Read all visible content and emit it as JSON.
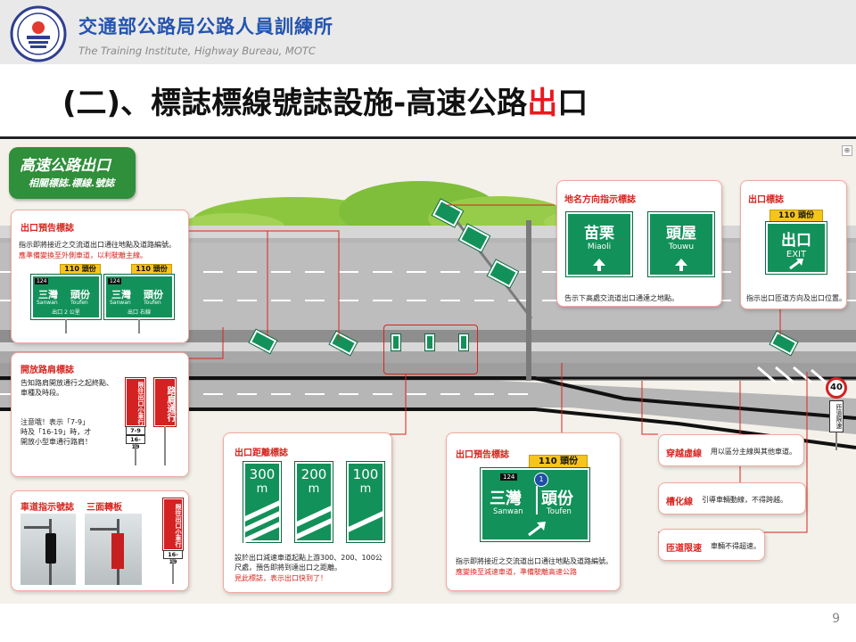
{
  "header": {
    "org_cn": "交通部公路局公路人員訓練所",
    "org_en": "The Training Institute, Highway Bureau,  MOTC"
  },
  "title": {
    "prefix": "(二)、標誌標線號誌設施-高速公路",
    "highlight": "出",
    "suffix": "口"
  },
  "banner": {
    "line1": "高速公路出口",
    "line2": "相關標誌.標線.號誌"
  },
  "cards": {
    "exit_advance_top": {
      "title": "出口預告標誌",
      "desc": "指示即將接近之交流道出口通往地點及道路編號。",
      "desc_red": "應準備變換至外側車道，以利駛離主線。",
      "sign1": {
        "route": "110 頭份",
        "num": "124",
        "cn1": "三灣",
        "cn2": "頭份",
        "en1": "Sanwan",
        "en2": "Toufen",
        "exit": "出口 2 公里"
      },
      "sign2": {
        "route": "110 頭份",
        "num": "124",
        "cn1": "三灣",
        "cn2": "頭份",
        "en1": "Sanwan",
        "en2": "Toufen",
        "exit": "出口 右線"
      }
    },
    "shoulder": {
      "title": "開放路肩標誌",
      "desc": "告知路肩開放通行之起終點、車種及時段。",
      "note": "注意哦！表示「7-9」時及「16-19」時，才開放小型車通行路肩！",
      "sign_a": "限往出口小車行",
      "plate_a1": "7-9",
      "plate_a2": "16-19",
      "sign_b": "路肩通行"
    },
    "lane_signal": {
      "title1": "車道指示號誌",
      "title2": "三面轉板",
      "sign": "限往出口小車行",
      "plate": "16-19"
    },
    "distance": {
      "title": "出口距離標誌",
      "m300": "300",
      "m200": "200",
      "m100": "100",
      "unit": "m",
      "desc": "設於出口減速車道起點上游300、200、100公尺處，預告即將到達出口之距離。",
      "desc_red": "見此標誌，表示出口快到了！"
    },
    "exit_advance_main": {
      "title": "出口預告標誌",
      "route": "110 頭份",
      "num": "124",
      "shield": "1",
      "cn1": "三灣",
      "cn2": "頭份",
      "en1": "Sanwan",
      "en2": "Toufen",
      "desc": "指示即將接近之交流道出口通往地點及道路編號。",
      "desc_red": "應變換至減速車道，準備駛離高速公路"
    },
    "direction": {
      "title": "地名方向指示標誌",
      "s1_cn": "苗栗",
      "s1_en": "Miaoli",
      "s2_cn": "頭屋",
      "s2_en": "Touwu",
      "desc": "告示下高處交流道出口通達之地點。"
    },
    "exit_sign": {
      "title": "出口標誌",
      "route": "110 頭份",
      "cn": "出口",
      "en": "EXIT",
      "desc": "指示出口匝道方向及出口位置。"
    },
    "cross_line": {
      "title": "穿越虛線",
      "desc": "用以區分主線與其他車道。"
    },
    "gore": {
      "title": "槽化線",
      "desc": "引導車輛動線，不得跨越。"
    },
    "ramp_speed": {
      "title": "匝道限速",
      "desc": "車輛不得超速。"
    }
  },
  "speed_sign": {
    "value": "40",
    "text": "匝道限速"
  },
  "page_number": "9",
  "colors": {
    "sign_green": "#13915a",
    "accent_red": "#e8191e",
    "brand_blue": "#2454b0"
  }
}
